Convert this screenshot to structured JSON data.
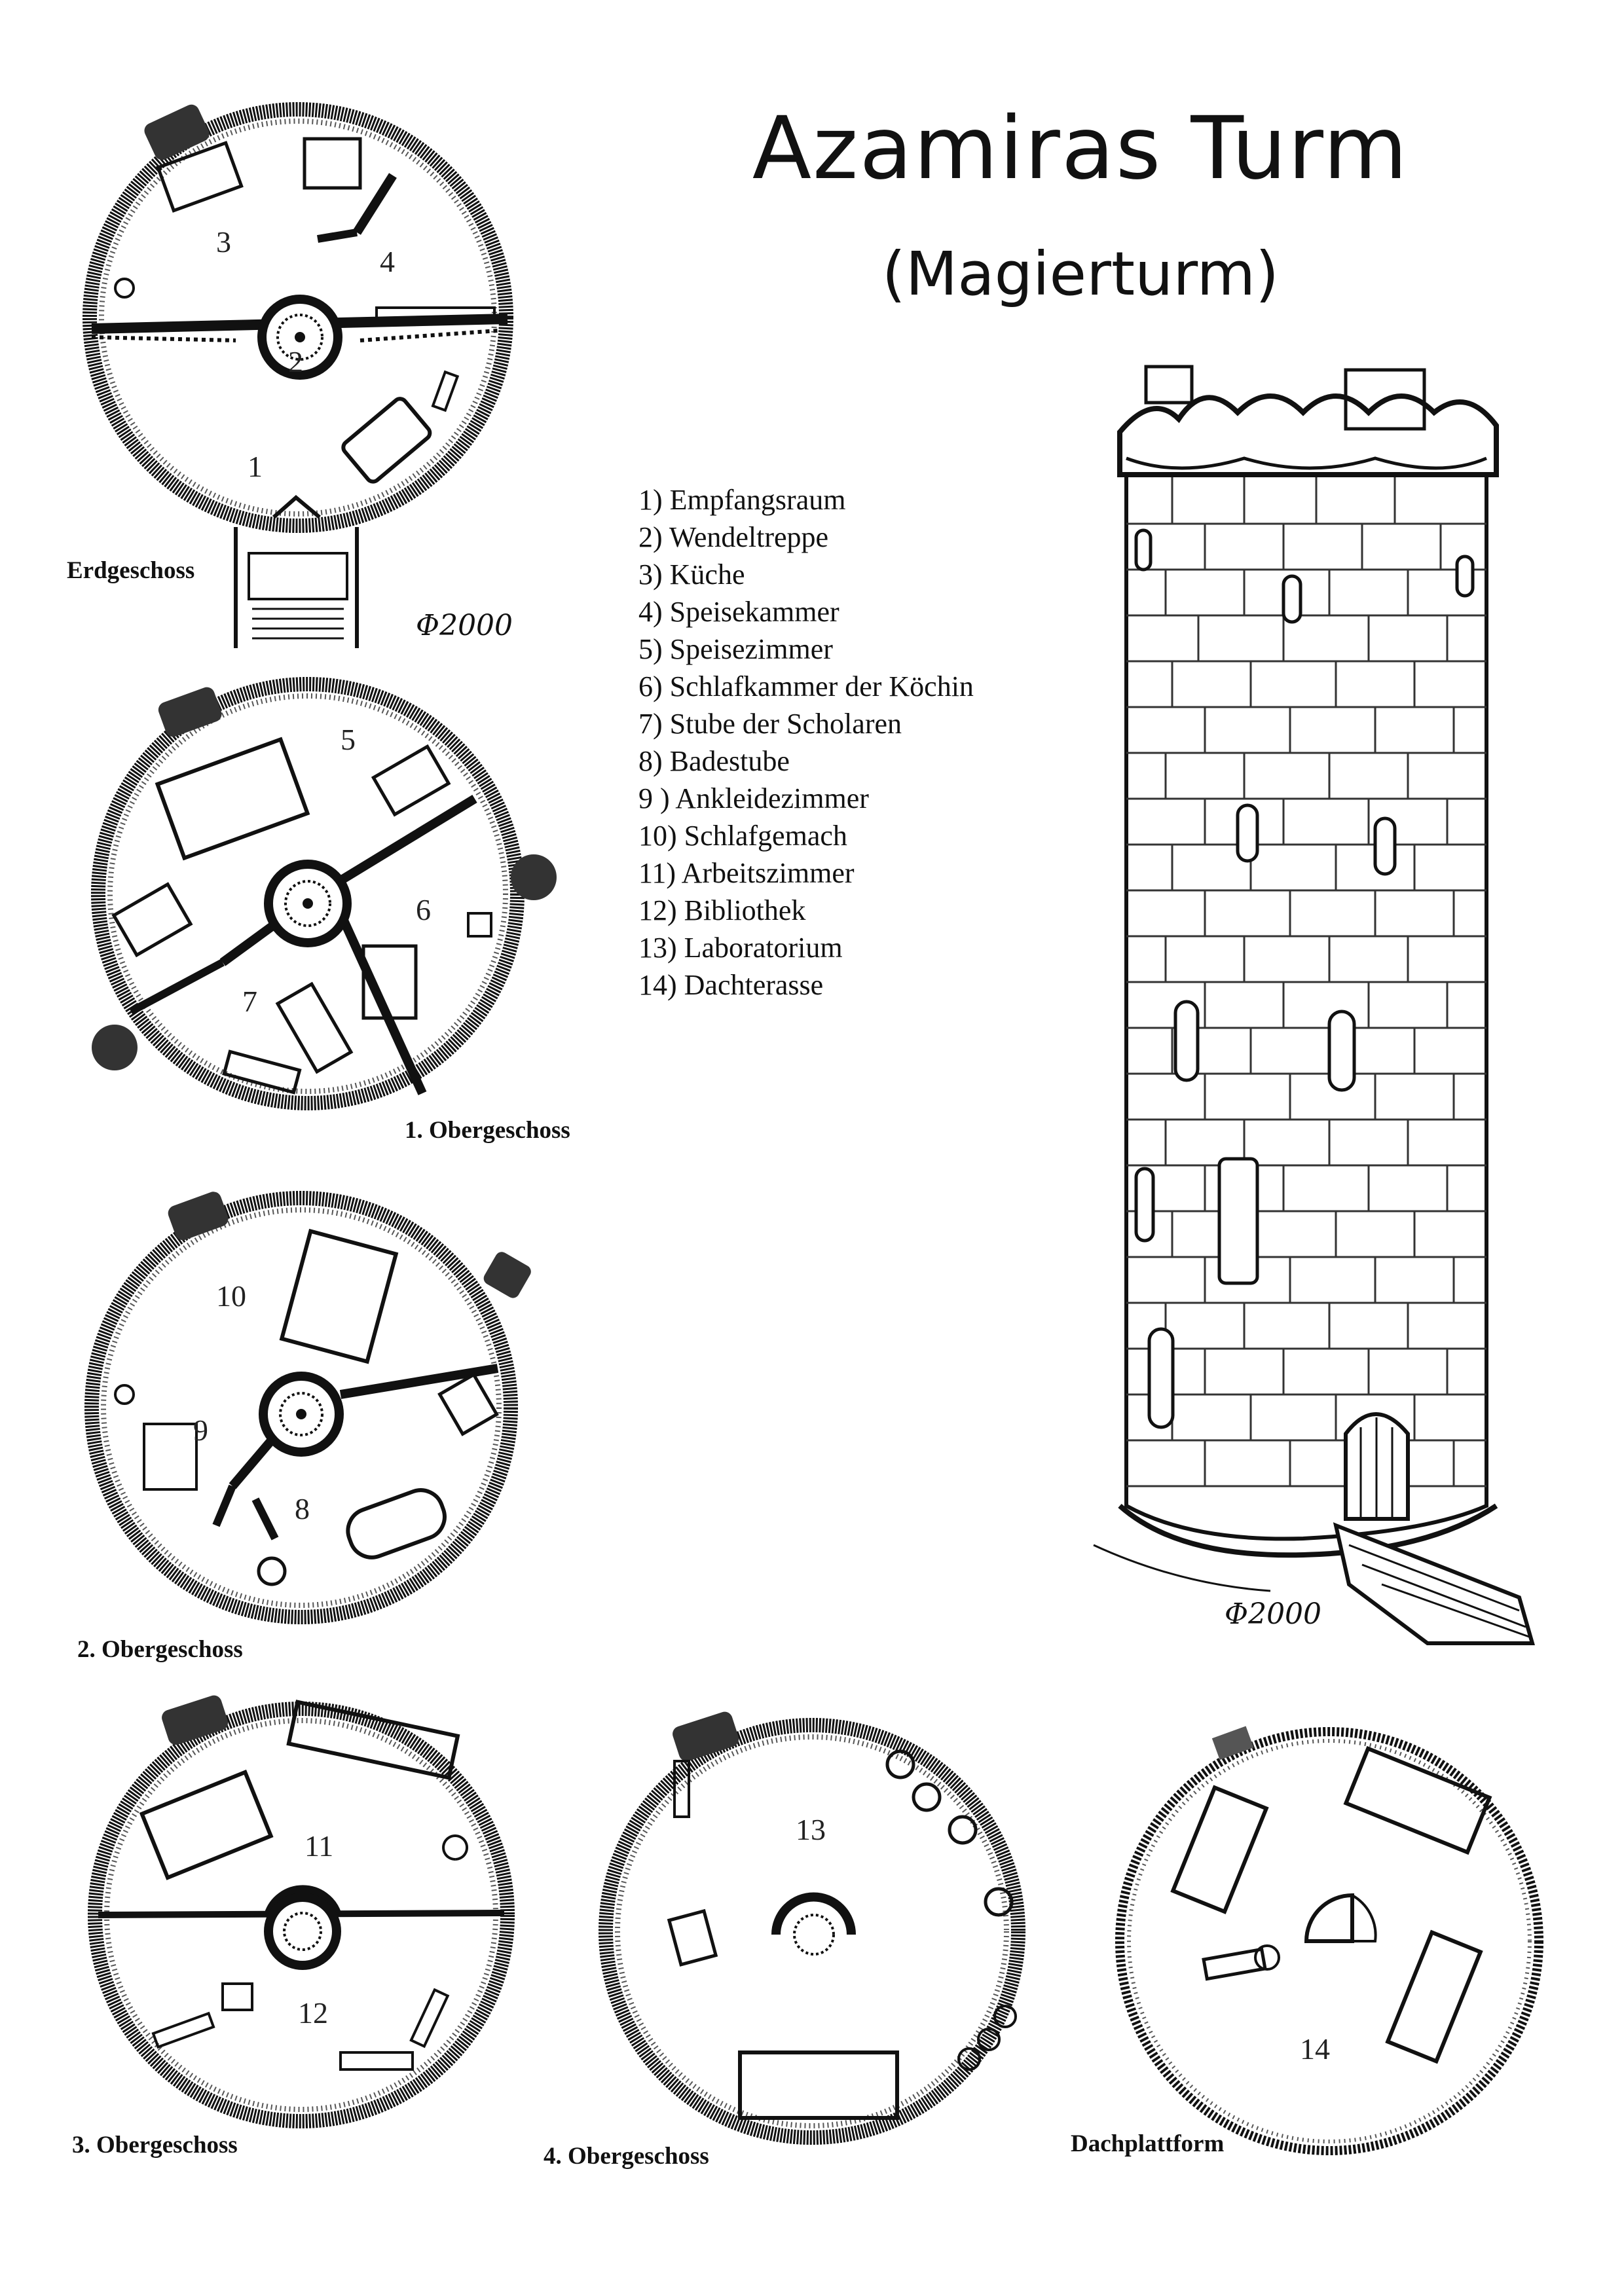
{
  "title": "Azamiras Turm",
  "subtitle": "(Magierturm)",
  "legend": [
    "1) Empfangsraum",
    "2) Wendeltreppe",
    "3) Küche",
    "4) Speisekammer",
    "5) Speisezimmer",
    "6) Schlafkammer der Köchin",
    "7) Stube der Scholaren",
    "8) Badestube",
    "9 ) Ankleidezimmer",
    "10) Schlafgemach",
    "11) Arbeitszimmer",
    "12) Bibliothek",
    "13) Laboratorium",
    "14) Dachterasse"
  ],
  "floors": {
    "erdgeschoss": {
      "label": "Erdgeschoss",
      "rooms": [
        "1",
        "2",
        "3",
        "4"
      ]
    },
    "og1": {
      "label": "1. Obergeschoss",
      "rooms": [
        "5",
        "6",
        "7"
      ]
    },
    "og2": {
      "label": "2. Obergeschoss",
      "rooms": [
        "8",
        "9",
        "10"
      ]
    },
    "og3": {
      "label": "3. Obergeschoss",
      "rooms": [
        "11",
        "12"
      ]
    },
    "og4": {
      "label": "4. Obergeschoss",
      "rooms": [
        "13"
      ]
    },
    "dach": {
      "label": "Dachplattform",
      "rooms": [
        "14"
      ]
    }
  },
  "signature": "Φ2000"
}
